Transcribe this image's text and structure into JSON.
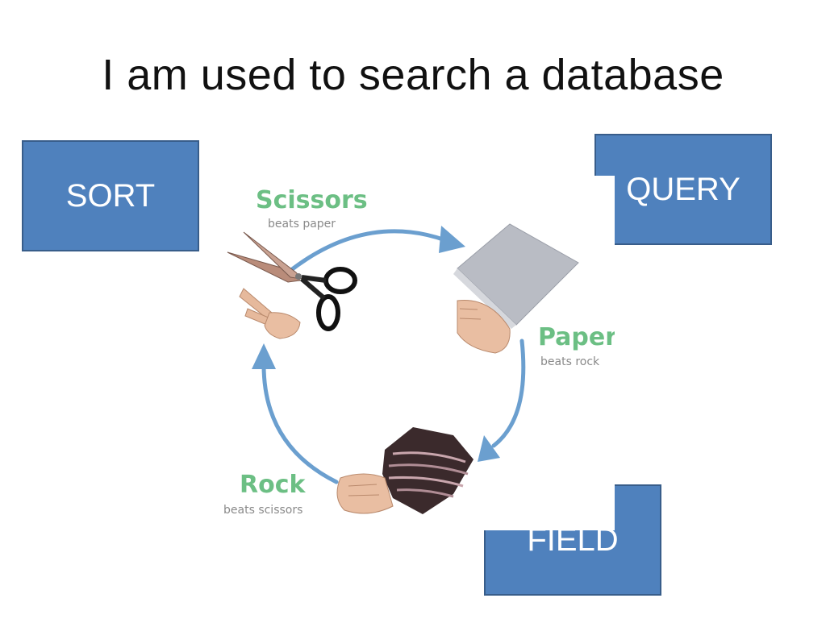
{
  "slide": {
    "title": "I am used to search a database"
  },
  "answers": {
    "sort": "SORT",
    "query": "QUERY",
    "field": "FIELD"
  },
  "diagram": {
    "scissors": {
      "name": "Scissors",
      "caption": "beats paper"
    },
    "paper": {
      "name": "Paper",
      "caption": "beats rock"
    },
    "rock": {
      "name": "Rock",
      "caption": "beats scissors"
    }
  },
  "colors": {
    "answer_box": "#4f81bd",
    "answer_border": "#385d8a",
    "cycle_arrow": "#6b9fcf",
    "diagram_label": "#6cbf84"
  }
}
